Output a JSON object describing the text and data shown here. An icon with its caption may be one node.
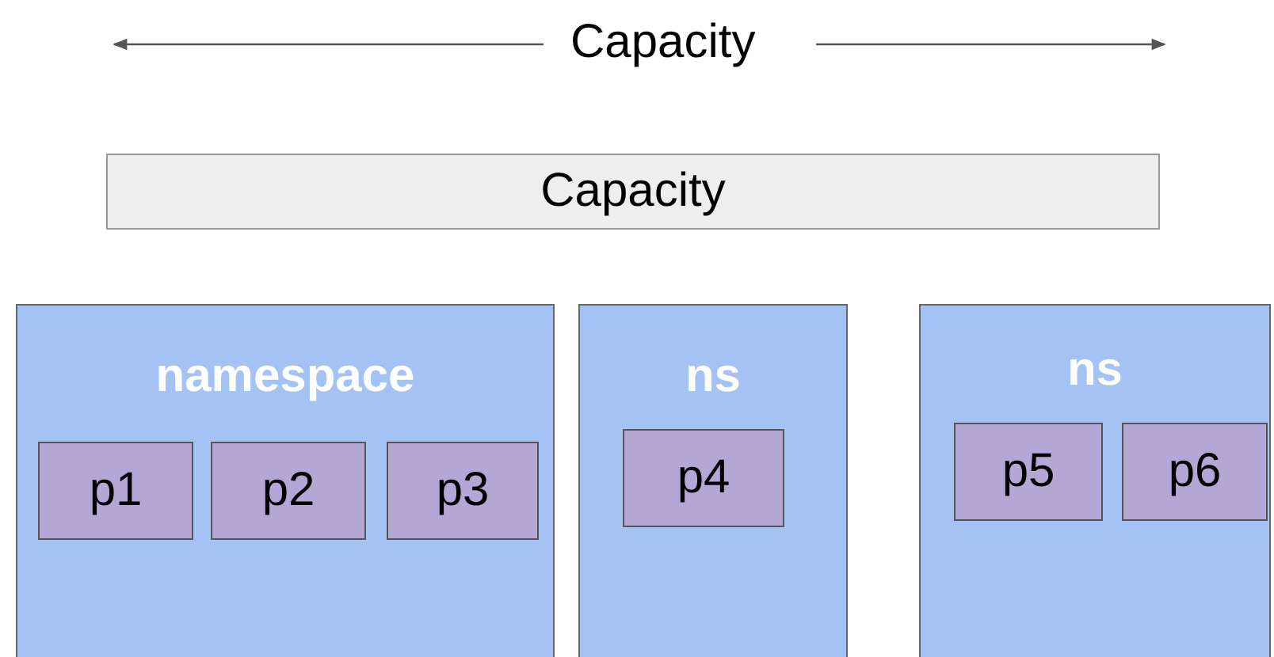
{
  "diagram": {
    "nodes": [
      {
        "text": [
          "Capacity"
        ]
      },
      {
        "text": [
          "namespace"
        ]
      },
      {
        "text": [
          "p1"
        ],
        "in": 1
      },
      {
        "text": [
          "p2"
        ],
        "in": 1
      },
      {
        "text": [
          "p3"
        ],
        "in": 1
      },
      {
        "text": [
          "ns"
        ]
      },
      {
        "text": [
          "p4"
        ],
        "in": 5
      },
      {
        "text": [
          "ns"
        ]
      },
      {
        "text": [
          "p5"
        ],
        "in": 7
      },
      {
        "text": [
          "p6"
        ],
        "in": 7
      }
    ],
    "edges": [],
    "labels": [
      "Capacity"
    ]
  }
}
